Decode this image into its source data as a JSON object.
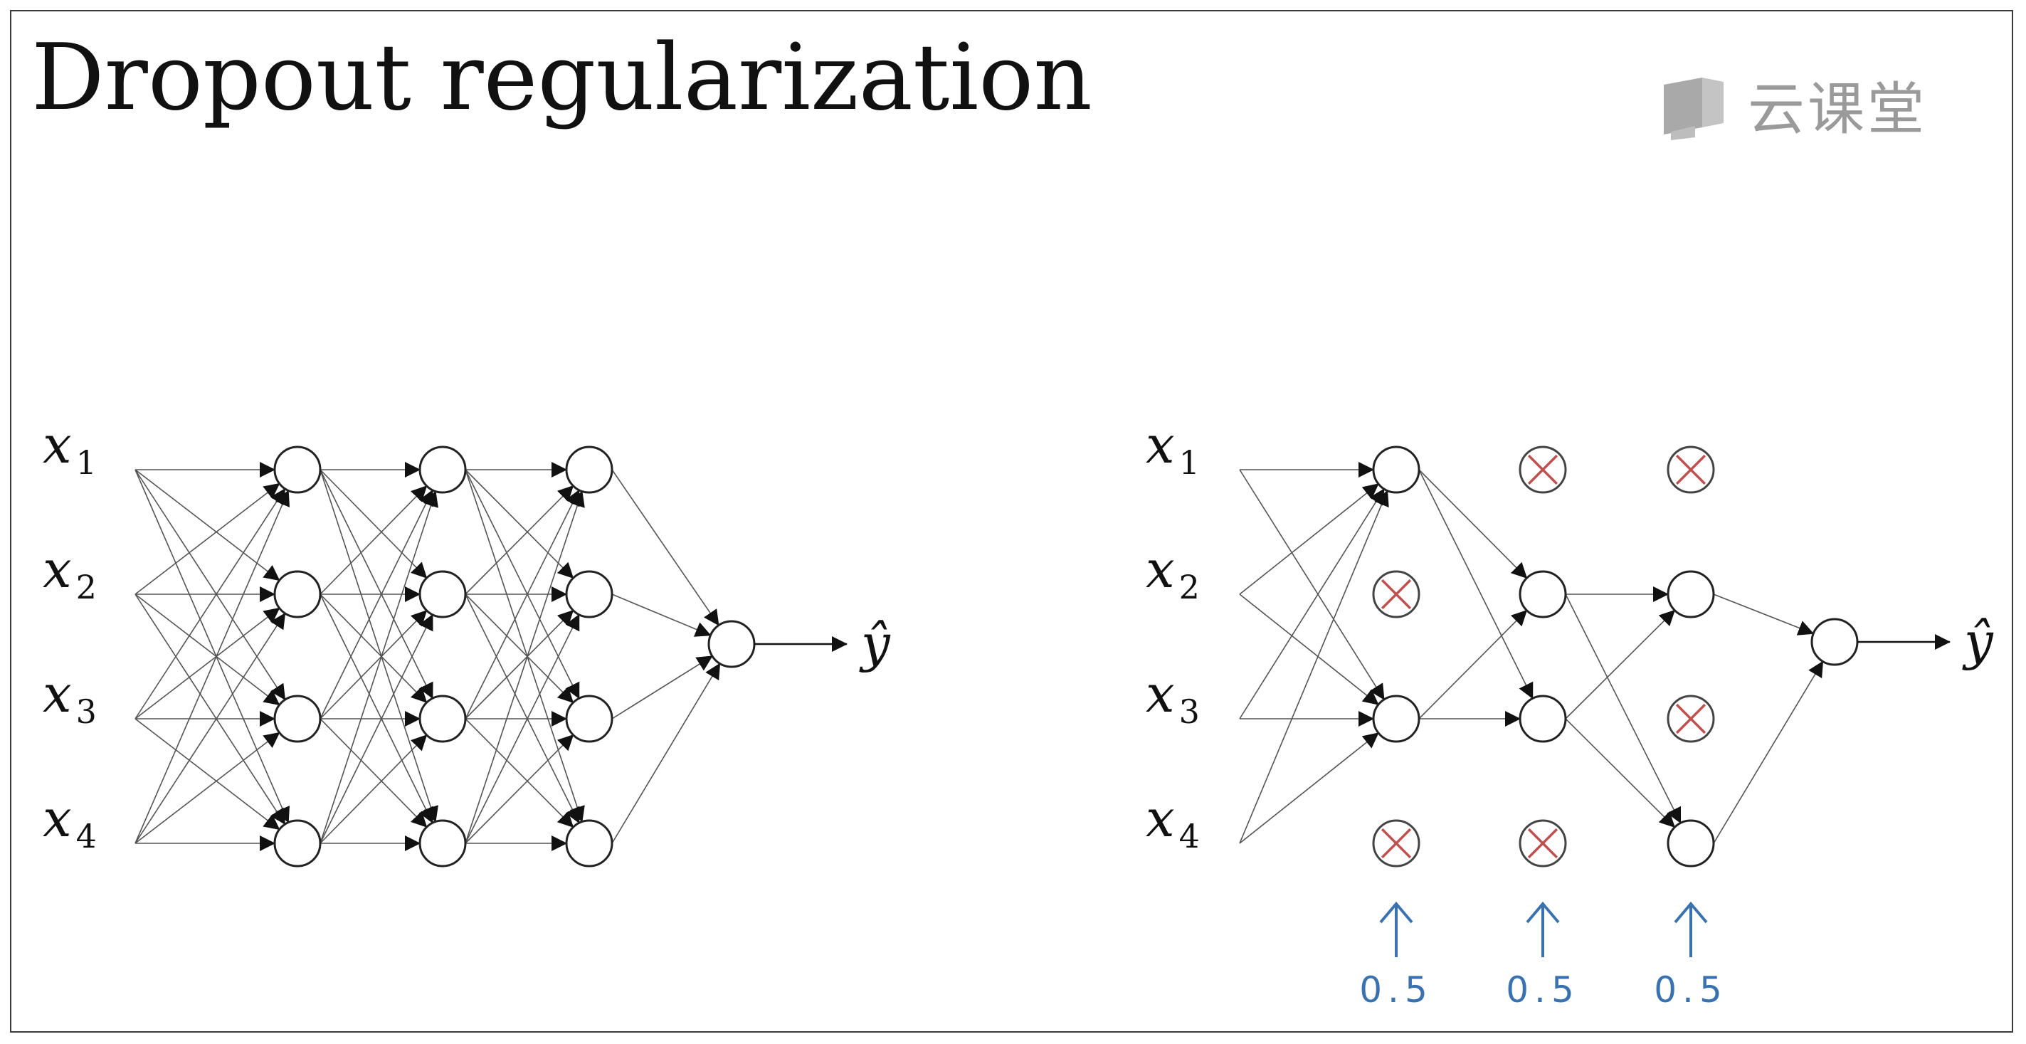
{
  "title": "Dropout regularization",
  "watermark": {
    "text": "云课堂",
    "icon": "cloud-classroom-logo-icon"
  },
  "left_network": {
    "inputs": [
      {
        "symbol": "x",
        "sub": "1"
      },
      {
        "symbol": "x",
        "sub": "2"
      },
      {
        "symbol": "x",
        "sub": "3"
      },
      {
        "symbol": "x",
        "sub": "4"
      }
    ],
    "hidden_layers": [
      {
        "units": [
          true,
          true,
          true,
          true
        ]
      },
      {
        "units": [
          true,
          true,
          true,
          true
        ]
      },
      {
        "units": [
          true,
          true,
          true,
          true
        ]
      }
    ],
    "output": "ŷ"
  },
  "right_network": {
    "inputs": [
      {
        "symbol": "x",
        "sub": "1"
      },
      {
        "symbol": "x",
        "sub": "2"
      },
      {
        "symbol": "x",
        "sub": "3"
      },
      {
        "symbol": "x",
        "sub": "4"
      }
    ],
    "hidden_layers": [
      {
        "units": [
          true,
          false,
          true,
          false
        ],
        "keep_prob": "0.5"
      },
      {
        "units": [
          false,
          true,
          true,
          false
        ],
        "keep_prob": "0.5"
      },
      {
        "units": [
          false,
          true,
          false,
          true
        ],
        "keep_prob": "0.5"
      }
    ],
    "output": "ŷ"
  },
  "colors": {
    "line": "#555555",
    "node_stroke": "#222222",
    "dropped_x": "#c0504d",
    "annotation": "#3a72b0"
  }
}
